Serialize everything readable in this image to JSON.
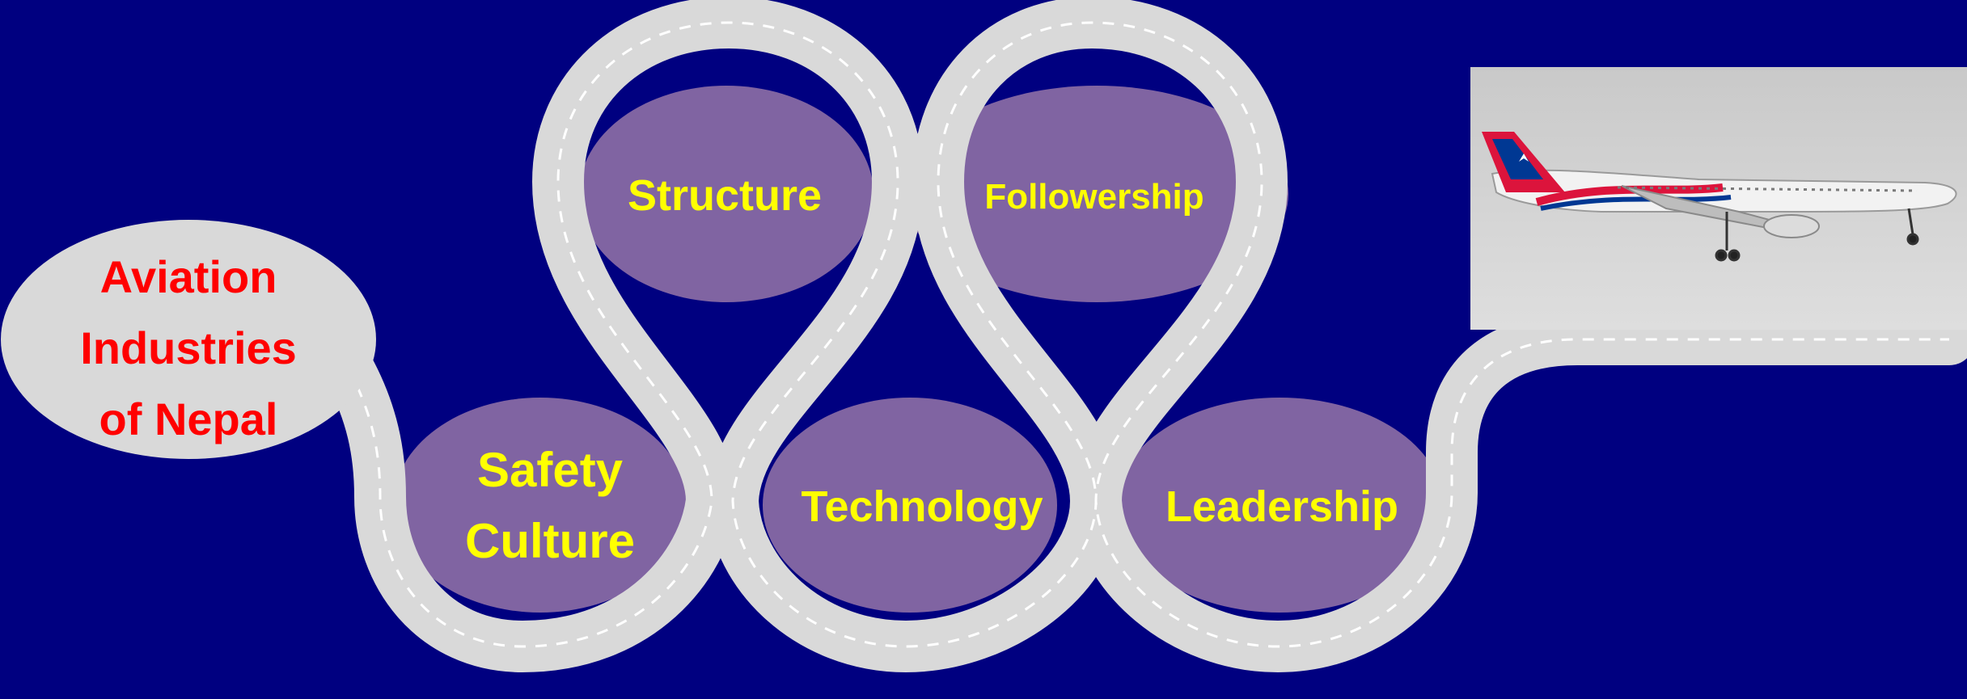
{
  "colors": {
    "background": "#000080",
    "road": "#d9d9d9",
    "road_dash": "#ffffff",
    "bubble": "#8064a2",
    "label_yellow": "#ffff00",
    "title_red": "#ff0000",
    "start_oval": "#d9d9d9"
  },
  "start": {
    "lines": [
      "Aviation",
      "Industries",
      "of Nepal"
    ]
  },
  "nodes": [
    {
      "id": "safety-culture",
      "lines": [
        "Safety",
        "Culture"
      ]
    },
    {
      "id": "structure",
      "lines": [
        "Structure"
      ]
    },
    {
      "id": "technology",
      "lines": [
        "Technology"
      ]
    },
    {
      "id": "followership",
      "lines": [
        "Followership"
      ]
    },
    {
      "id": "leadership",
      "lines": [
        "Leadership"
      ]
    }
  ],
  "image": {
    "subject": "airplane-photo",
    "tail_flag_colors": [
      "#dc143c",
      "#003893"
    ]
  }
}
